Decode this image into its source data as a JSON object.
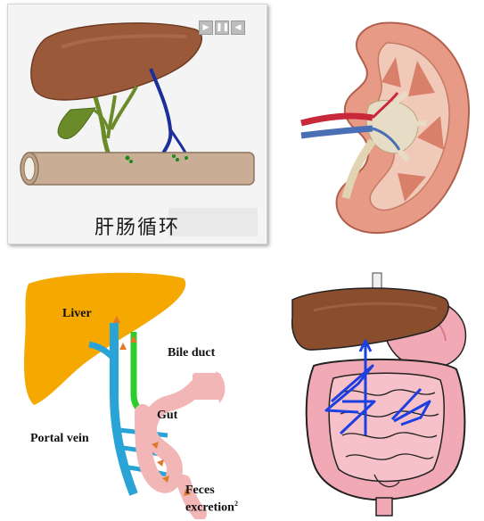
{
  "panels": {
    "enterohepatic": {
      "caption": "肝肠循环",
      "controls": {
        "play": "▶",
        "pause": "❚❚",
        "mute": "◀"
      }
    },
    "diagram": {
      "labels": {
        "liver": "Liver",
        "bile_duct": "Bile duct",
        "gut": "Gut",
        "portal_vein": "Portal vein",
        "feces": "Feces",
        "excretion": "excretion",
        "footnote": "2"
      },
      "colors": {
        "liver": "#f5a800",
        "portal_vein": "#2aa3d6",
        "bile_duct": "#2bcc2b",
        "gut": "#f2b6b6",
        "arrow": "#e07a2a"
      }
    }
  }
}
